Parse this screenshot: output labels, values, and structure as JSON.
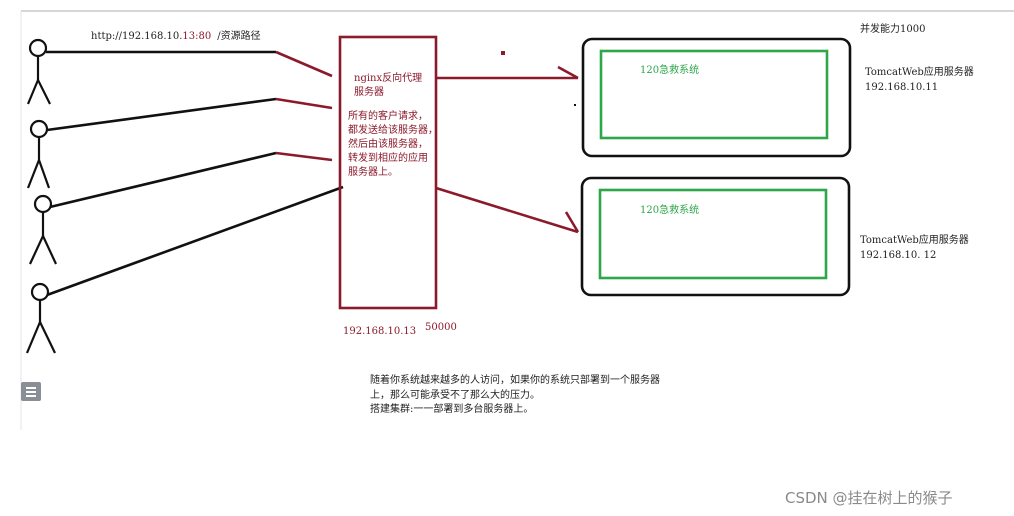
{
  "diagram": {
    "request_url": "http://192.168.10.",
    "request_port": "13:80",
    "request_path": "/资源路径",
    "concurrency_label": "并发能力1000",
    "nginx": {
      "title": "nginx反向代理\n服务器",
      "description": "所有的客户请求，\n都发送给该服务器，\n然后由该服务器，\n转发到相应的应用\n服务器上。",
      "ip": "192.168.10.13",
      "concurrency": "50000"
    },
    "servers": [
      {
        "system_label": "120急救系统",
        "info": "TomcatWeb应用服务器\n192.168.10.11"
      },
      {
        "system_label": "120急救系统",
        "info": "TomcatWeb应用服务器\n192.168.10. 12"
      }
    ],
    "note": "随着你系统越来越多的人访问，如果你的系统只部署到一个服务器\n上，那么可能承受不了那么大的压力。\n搭建集群:一一部署到多台服务器上。",
    "users": [
      "user",
      "user",
      "user",
      "user"
    ]
  },
  "colors": {
    "proxy": "#8b1a2b",
    "system": "#2ea64a",
    "ink": "#111111"
  },
  "watermark": "CSDN @挂在树上的猴子"
}
